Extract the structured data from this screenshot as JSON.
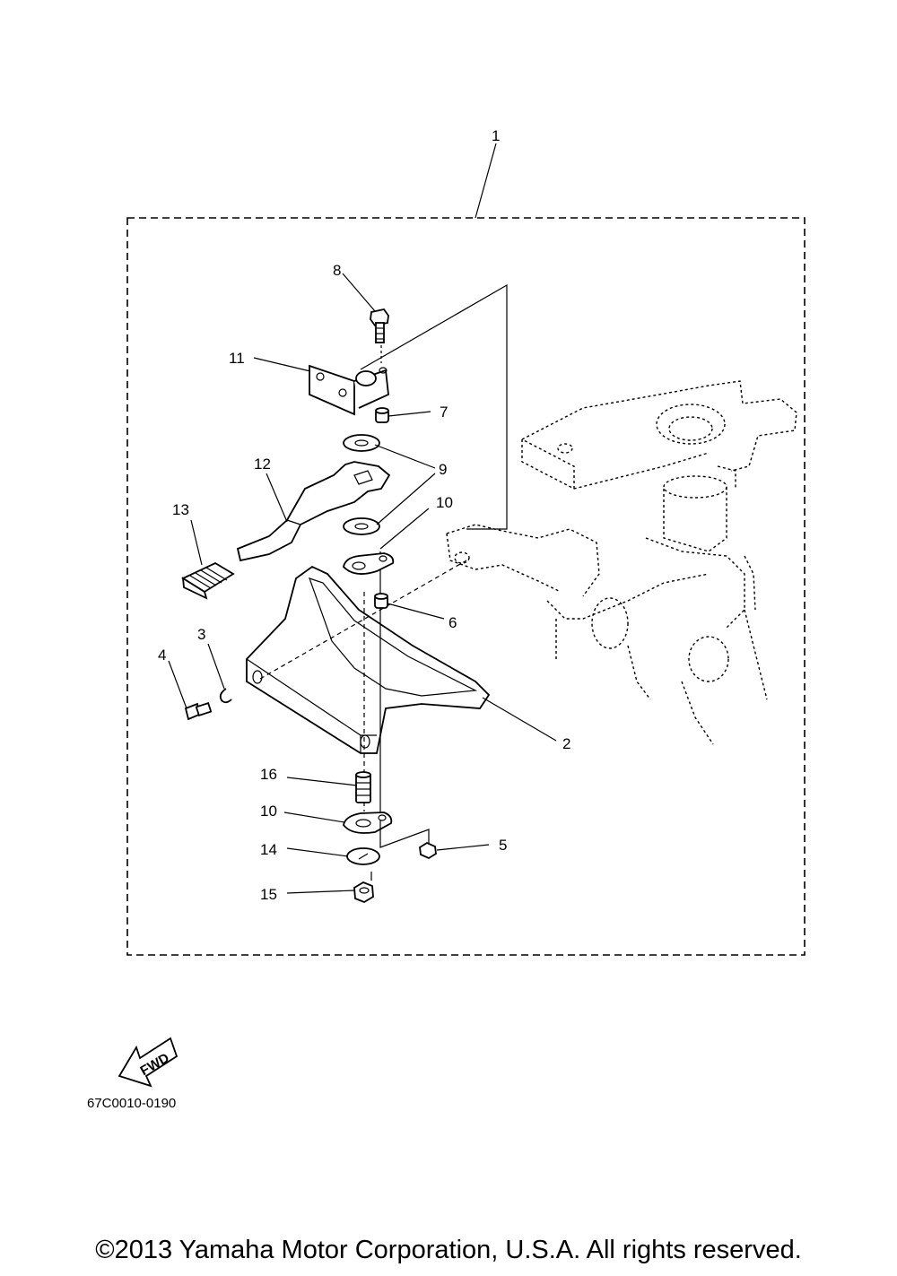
{
  "diagram": {
    "callouts": {
      "c1": "1",
      "c2": "2",
      "c3": "3",
      "c4": "4",
      "c5": "5",
      "c6": "6",
      "c7": "7",
      "c8": "8",
      "c9": "9",
      "c10a": "10",
      "c10b": "10",
      "c11": "11",
      "c12": "12",
      "c13": "13",
      "c14": "14",
      "c15": "15",
      "c16": "16"
    },
    "fwd_label": "FWD",
    "drawing_code": "67C0010-0190"
  },
  "footer": {
    "copyright": "©2013 Yamaha Motor Corporation, U.S.A. All rights reserved."
  }
}
